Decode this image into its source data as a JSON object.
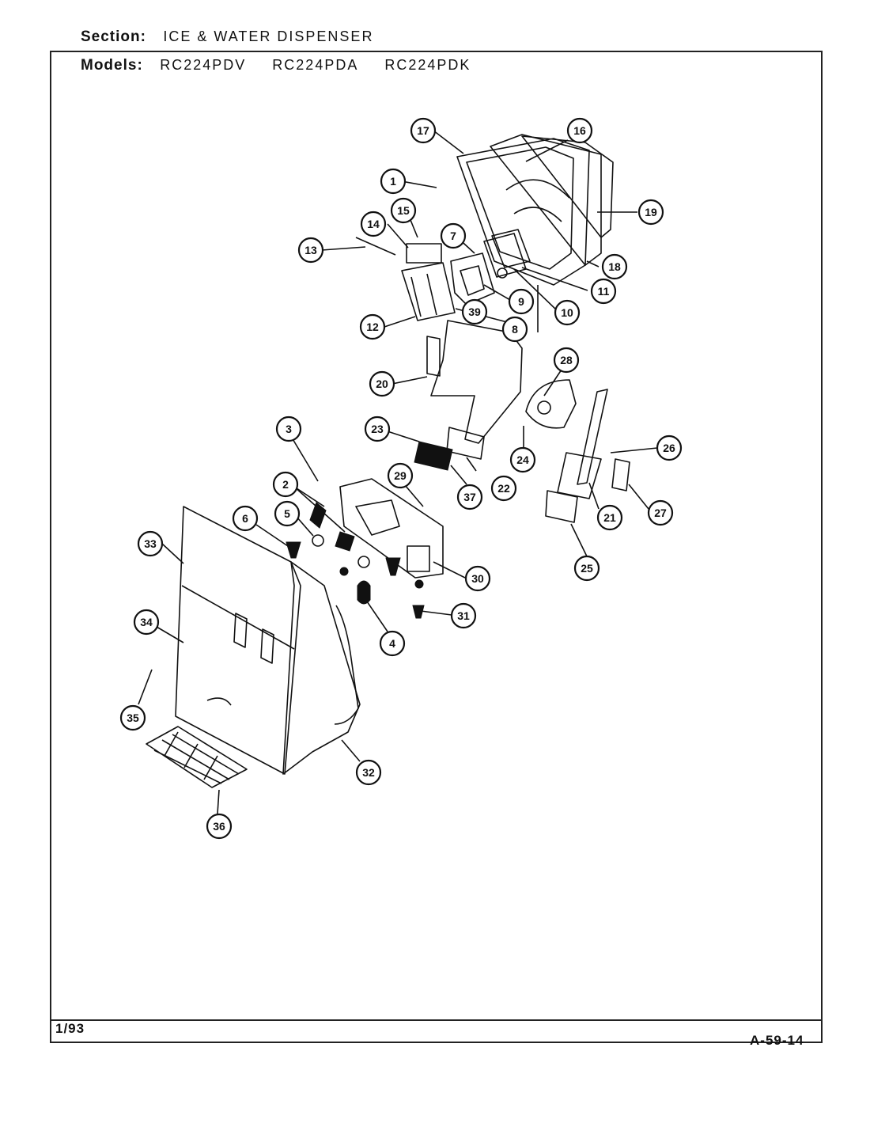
{
  "header": {
    "section_label": "Section:",
    "section_value": "ICE & WATER DISPENSER",
    "models_label": "Models:",
    "models": [
      "RC224PDV",
      "RC224PDA",
      "RC224PDK"
    ]
  },
  "footer": {
    "date": "1/93",
    "page_code": "A-59-14"
  },
  "callouts": [
    "1",
    "2",
    "3",
    "4",
    "5",
    "6",
    "7",
    "8",
    "9",
    "10",
    "11",
    "12",
    "13",
    "14",
    "15",
    "16",
    "17",
    "18",
    "19",
    "20",
    "21",
    "22",
    "23",
    "24",
    "25",
    "26",
    "27",
    "28",
    "29",
    "30",
    "31",
    "32",
    "33",
    "34",
    "35",
    "36",
    "37",
    "39"
  ]
}
